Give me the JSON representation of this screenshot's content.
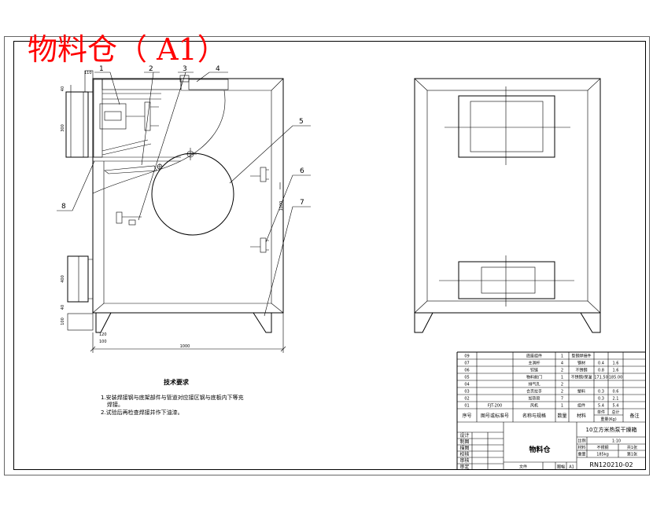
{
  "drawing_title": "物料仓（ A1）",
  "colors": {
    "title": "#ff0000",
    "line": "#000000",
    "paper": "#ffffff"
  },
  "left_view": {
    "callouts": [
      "1",
      "2",
      "3",
      "4",
      "5",
      "6",
      "7",
      "8"
    ],
    "dimension_labels": [
      "110",
      "40",
      "300",
      "400",
      "40",
      "100",
      "120",
      "100",
      "1000",
      "1000"
    ]
  },
  "tech_requirements": {
    "heading": "技术要求",
    "lines": [
      "1.安装焊接钢与底架部件与管道对应接区钢与底板内下等充",
      "焊接。",
      "2.试验后再检查焊接并作下油漆。"
    ]
  },
  "bom": {
    "header": {
      "no": "序号",
      "code": "图号或标准号",
      "name": "名称与规格",
      "qty": "数量",
      "material": "材料",
      "unit": "单件",
      "total": "总计",
      "weight": "重量(Kg)",
      "remark": "备注"
    },
    "rows": [
      {
        "no": "09",
        "code": "",
        "name": "底座组件",
        "qty": "1",
        "material": "型钢焊接件",
        "unit": "",
        "total": "",
        "remark": ""
      },
      {
        "no": "07",
        "code": "",
        "name": "主滑杆",
        "qty": "4",
        "material": "钢材",
        "unit": "0.4",
        "total": "1.6",
        "remark": ""
      },
      {
        "no": "06",
        "code": "",
        "name": "铰链",
        "qty": "2",
        "material": "不锈钢",
        "unit": "0.8",
        "total": "1.6",
        "remark": ""
      },
      {
        "no": "05",
        "code": "",
        "name": "物料舱门",
        "qty": "1",
        "material": "不锈钢/保温",
        "unit": "171.50",
        "total": "185.00",
        "remark": ""
      },
      {
        "no": "04",
        "code": "",
        "name": "排气孔",
        "qty": "2",
        "material": "",
        "unit": "",
        "total": "",
        "remark": ""
      },
      {
        "no": "03",
        "code": "",
        "name": "合页拉手",
        "qty": "2",
        "material": "塑料",
        "unit": "0.3",
        "total": "0.6",
        "remark": ""
      },
      {
        "no": "02",
        "code": "",
        "name": "加热管",
        "qty": "7",
        "material": "",
        "unit": "0.3",
        "total": "2.1",
        "remark": ""
      },
      {
        "no": "01",
        "code": "FJT-200",
        "name": "风机",
        "qty": "1",
        "material": "组件",
        "unit": "5.4",
        "total": "5.4",
        "remark": ""
      }
    ]
  },
  "title_block": {
    "product": "10立方米热泵干燥箱",
    "part_name": "物料仓",
    "roles": [
      "设计",
      "制图",
      "描图",
      "校核",
      "审核",
      "审定"
    ],
    "info_rows": [
      [
        "比例",
        "1:10"
      ],
      [
        "材料",
        "不锈钢",
        "共1张"
      ],
      [
        "重量",
        "185kg",
        "第1张"
      ]
    ],
    "file_label": "文件",
    "sheet_label": "图幅",
    "sheet_size": "A1",
    "drawing_number": "RN120210-02"
  }
}
